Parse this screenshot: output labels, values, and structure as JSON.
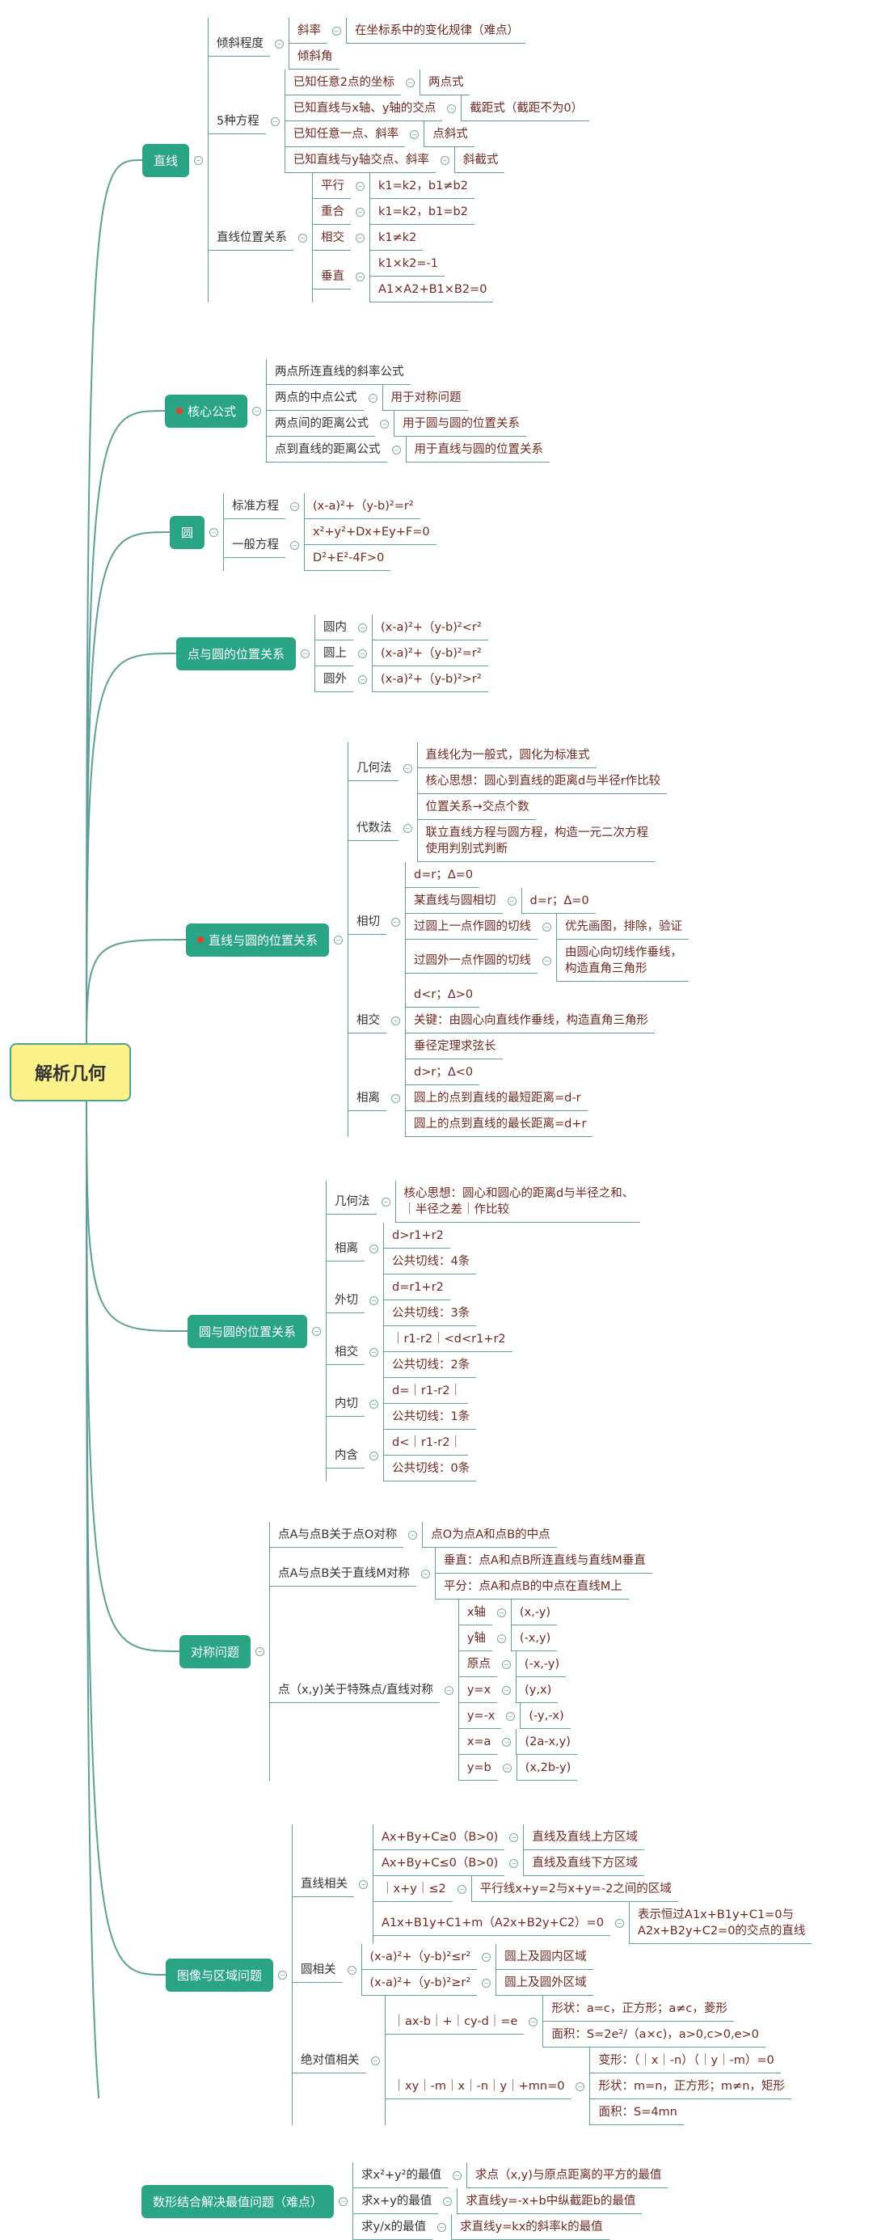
{
  "root": {
    "label": "解析几何"
  },
  "colors": {
    "branch": "#29a484",
    "line": "#5e9f96",
    "root_fill": "#fbf28c",
    "marker": "#e8402f",
    "leaf_text": "#6e2a22"
  },
  "branches": [
    {
      "label": "直线",
      "c": [
        {
          "label": "倾斜程度",
          "c": [
            {
              "label": "斜率",
              "c": [
                {
                  "label": "在坐标系中的变化规律（难点）"
                }
              ]
            },
            {
              "label": "倾斜角"
            }
          ]
        },
        {
          "label": "5种方程",
          "c": [
            {
              "label": "已知任意2点的坐标",
              "c": [
                {
                  "label": "两点式"
                }
              ]
            },
            {
              "label": "已知直线与x轴、y轴的交点",
              "c": [
                {
                  "label": "截距式（截距不为0）"
                }
              ]
            },
            {
              "label": "已知任意一点、斜率",
              "c": [
                {
                  "label": "点斜式"
                }
              ]
            },
            {
              "label": "已知直线与y轴交点、斜率",
              "c": [
                {
                  "label": "斜截式"
                }
              ]
            }
          ]
        },
        {
          "label": "直线位置关系",
          "c": [
            {
              "label": "平行",
              "c": [
                {
                  "label": "k1=k2，b1≠b2"
                }
              ]
            },
            {
              "label": "重合",
              "c": [
                {
                  "label": "k1=k2，b1=b2"
                }
              ]
            },
            {
              "label": "相交",
              "c": [
                {
                  "label": "k1≠k2"
                }
              ]
            },
            {
              "label": "垂直",
              "c": [
                {
                  "label": "k1×k2=-1"
                },
                {
                  "label": "A1×A2+B1×B2=0"
                }
              ]
            }
          ]
        }
      ]
    },
    {
      "label": "核心公式",
      "marker": true,
      "c": [
        {
          "label": "两点所连直线的斜率公式"
        },
        {
          "label": "两点的中点公式",
          "c": [
            {
              "label": "用于对称问题"
            }
          ]
        },
        {
          "label": "两点间的距离公式",
          "c": [
            {
              "label": "用于圆与圆的位置关系"
            }
          ]
        },
        {
          "label": "点到直线的距离公式",
          "c": [
            {
              "label": "用于直线与圆的位置关系"
            }
          ]
        }
      ]
    },
    {
      "label": "圆",
      "c": [
        {
          "label": "标准方程",
          "c": [
            {
              "label": "(x-a)²+（y-b)²=r²"
            }
          ]
        },
        {
          "label": "一般方程",
          "c": [
            {
              "label": "x²+y²+Dx+Ey+F=0"
            },
            {
              "label": "D²+E²-4F>0"
            }
          ]
        }
      ]
    },
    {
      "label": "点与圆的位置关系",
      "c": [
        {
          "label": "圆内",
          "c": [
            {
              "label": "(x-a)²+（y-b)²<r²"
            }
          ]
        },
        {
          "label": "圆上",
          "c": [
            {
              "label": "(x-a)²+（y-b)²=r²"
            }
          ]
        },
        {
          "label": "圆外",
          "c": [
            {
              "label": "(x-a)²+（y-b)²>r²"
            }
          ]
        }
      ]
    },
    {
      "label": "直线与圆的位置关系",
      "marker": true,
      "c": [
        {
          "label": "几何法",
          "c": [
            {
              "label": "直线化为一般式，圆化为标准式"
            },
            {
              "label": "核心思想：圆心到直线的距离d与半径r作比较"
            }
          ]
        },
        {
          "label": "代数法",
          "c": [
            {
              "label": "位置关系→交点个数"
            },
            {
              "label": "联立直线方程与圆方程，构造一元二次方程\n使用判别式判断"
            }
          ]
        },
        {
          "label": "相切",
          "c": [
            {
              "label": "d=r；Δ=0"
            },
            {
              "label": "某直线与圆相切",
              "c": [
                {
                  "label": "d=r；Δ=0"
                }
              ]
            },
            {
              "label": "过圆上一点作圆的切线",
              "c": [
                {
                  "label": "优先画图，排除，验证"
                }
              ]
            },
            {
              "label": "过圆外一点作圆的切线",
              "c": [
                {
                  "label": "由圆心向切线作垂线，\n构造直角三角形"
                }
              ]
            }
          ]
        },
        {
          "label": "相交",
          "c": [
            {
              "label": "d<r；Δ>0"
            },
            {
              "label": "关键：由圆心向直线作垂线，构造直角三角形"
            },
            {
              "label": "垂径定理求弦长"
            }
          ]
        },
        {
          "label": "相离",
          "c": [
            {
              "label": "d>r；Δ<0"
            },
            {
              "label": "圆上的点到直线的最短距离=d-r"
            },
            {
              "label": "圆上的点到直线的最长距离=d+r"
            }
          ]
        }
      ]
    },
    {
      "label": "圆与圆的位置关系",
      "c": [
        {
          "label": "几何法",
          "c": [
            {
              "label": "核心思想：圆心和圆心的距离d与半径之和、\n｜半径之差｜作比较"
            }
          ]
        },
        {
          "label": "相离",
          "c": [
            {
              "label": "d>r1+r2"
            },
            {
              "label": "公共切线：4条"
            }
          ]
        },
        {
          "label": "外切",
          "c": [
            {
              "label": "d=r1+r2"
            },
            {
              "label": "公共切线：3条"
            }
          ]
        },
        {
          "label": "相交",
          "c": [
            {
              "label": "｜r1-r2｜<d<r1+r2"
            },
            {
              "label": "公共切线：2条"
            }
          ]
        },
        {
          "label": "内切",
          "c": [
            {
              "label": "d=｜r1-r2｜"
            },
            {
              "label": "公共切线：1条"
            }
          ]
        },
        {
          "label": "内含",
          "c": [
            {
              "label": "d<｜r1-r2｜"
            },
            {
              "label": "公共切线：0条"
            }
          ]
        }
      ]
    },
    {
      "label": "对称问题",
      "c": [
        {
          "label": "点A与点B关于点O对称",
          "c": [
            {
              "label": "点O为点A和点B的中点"
            }
          ]
        },
        {
          "label": "点A与点B关于直线M对称",
          "c": [
            {
              "label": "垂直：点A和点B所连直线与直线M垂直"
            },
            {
              "label": "平分：点A和点B的中点在直线M上"
            }
          ]
        },
        {
          "label": "点（x,y)关于特殊点/直线对称",
          "c": [
            {
              "label": "x轴",
              "c": [
                {
                  "label": "(x,-y)"
                }
              ]
            },
            {
              "label": "y轴",
              "c": [
                {
                  "label": "(-x,y)"
                }
              ]
            },
            {
              "label": "原点",
              "c": [
                {
                  "label": "(-x,-y)"
                }
              ]
            },
            {
              "label": "y=x",
              "c": [
                {
                  "label": "(y,x)"
                }
              ]
            },
            {
              "label": "y=-x",
              "c": [
                {
                  "label": "(-y,-x)"
                }
              ]
            },
            {
              "label": "x=a",
              "c": [
                {
                  "label": "(2a-x,y)"
                }
              ]
            },
            {
              "label": "y=b",
              "c": [
                {
                  "label": "(x,2b-y)"
                }
              ]
            }
          ]
        }
      ]
    },
    {
      "label": "图像与区域问题",
      "c": [
        {
          "label": "直线相关",
          "c": [
            {
              "label": "Ax+By+C≥0（B>0)",
              "c": [
                {
                  "label": "直线及直线上方区域"
                }
              ]
            },
            {
              "label": "Ax+By+C≤0（B>0)",
              "c": [
                {
                  "label": "直线及直线下方区域"
                }
              ]
            },
            {
              "label": "｜x+y｜≤2",
              "c": [
                {
                  "label": "平行线x+y=2与x+y=-2之间的区域"
                }
              ]
            },
            {
              "label": "A1x+B1y+C1+m（A2x+B2y+C2）=0",
              "c": [
                {
                  "label": "表示恒过A1x+B1y+C1=0与\nA2x+B2y+C2=0的交点的直线"
                }
              ]
            }
          ]
        },
        {
          "label": "圆相关",
          "c": [
            {
              "label": "(x-a)²+（y-b)²≤r²",
              "c": [
                {
                  "label": "圆上及圆内区域"
                }
              ]
            },
            {
              "label": "(x-a)²+（y-b)²≥r²",
              "c": [
                {
                  "label": "圆上及圆外区域"
                }
              ]
            }
          ]
        },
        {
          "label": "绝对值相关",
          "c": [
            {
              "label": "｜ax-b｜+｜cy-d｜=e",
              "c": [
                {
                  "label": "形状：a=c，正方形；a≠c，菱形"
                },
                {
                  "label": "面积：S=2e²/（a×c)，a>0,c>0,e>0"
                }
              ]
            },
            {
              "label": "｜xy｜-m｜x｜-n｜y｜+mn=0",
              "c": [
                {
                  "label": "变形：（｜x｜-n）（｜y｜-m）=0"
                },
                {
                  "label": "形状：m=n，正方形；m≠n，矩形"
                },
                {
                  "label": "面积：S=4mn"
                }
              ]
            }
          ]
        }
      ]
    },
    {
      "label": "数形结合解决最值问题（难点）",
      "c": [
        {
          "label": "求x²+y²的最值",
          "c": [
            {
              "label": "求点（x,y)与原点距离的平方的最值"
            }
          ]
        },
        {
          "label": "求x+y的最值",
          "c": [
            {
              "label": "求直线y=-x+b中纵截距b的最值"
            }
          ]
        },
        {
          "label": "求y/x的最值",
          "c": [
            {
              "label": "求直线y=kx的斜率k的最值"
            }
          ]
        }
      ]
    }
  ]
}
